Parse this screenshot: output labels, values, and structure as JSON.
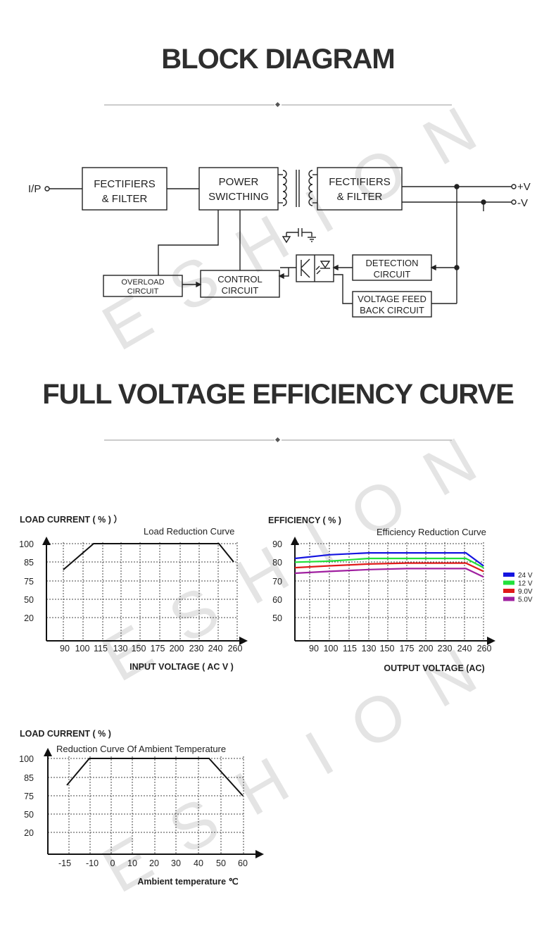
{
  "block_diagram": {
    "title": "BLOCK DIAGRAM",
    "input_label": "I/P",
    "box1": [
      "FECTIFIERS",
      "& FILTER"
    ],
    "box2": [
      "POWER",
      "SWICTHING"
    ],
    "box3": [
      "FECTIFIERS",
      "& FILTER"
    ],
    "overload": [
      "OVERLOAD",
      "CIRCUIT"
    ],
    "control": [
      "CONTROL",
      "CIRCUIT"
    ],
    "detection": [
      "DETECTION",
      "CIRCUIT"
    ],
    "feedback": [
      "VOLTAGE FEED",
      "BACK CIRCUIT"
    ],
    "out_pos": "+V",
    "out_neg": "-V"
  },
  "efficiency_section": {
    "title": "FULL VOLTAGE EFFICIENCY CURVE"
  },
  "watermark": "ESHION",
  "chart_data": [
    {
      "type": "line",
      "title": "Load Reduction Curve",
      "ylabel": "LOAD CURRENT ( % ) ）",
      "xlabel": "INPUT VOLTAGE ( AC  V )",
      "categories": [
        "90",
        "100",
        "115",
        "130",
        "150",
        "175",
        "200",
        "230",
        "240",
        "260"
      ],
      "ytick_labels": [
        "100",
        "85",
        "75",
        "50",
        "20"
      ],
      "x": [
        90,
        115,
        175,
        240,
        260
      ],
      "series": [
        {
          "values": [
            80,
            100,
            100,
            100,
            85
          ]
        }
      ]
    },
    {
      "type": "line",
      "title": "Efficiency Reduction Curve",
      "ylabel": "EFFICIENCY ( % )",
      "xlabel": "OUTPUT VOLTAGE (AC)",
      "categories": [
        "90",
        "100",
        "115",
        "130",
        "150",
        "175",
        "200",
        "230",
        "240",
        "260"
      ],
      "ytick_labels": [
        "90",
        "80",
        "70",
        "60",
        "50"
      ],
      "legend_position": "right",
      "series": [
        {
          "name": "24 V",
          "color": "#1515e0",
          "values": [
            82,
            84,
            85,
            85,
            85,
            85,
            85,
            85,
            85,
            78
          ]
        },
        {
          "name": "12 V",
          "color": "#22e03a",
          "values": [
            80,
            80.5,
            82,
            82,
            82,
            82,
            82,
            82,
            82,
            77
          ]
        },
        {
          "name": "9.0V",
          "color": "#e01a1a",
          "values": [
            77,
            78,
            79,
            79,
            79.5,
            79.5,
            79.5,
            79.5,
            79.5,
            75
          ]
        },
        {
          "name": "5.0V",
          "color": "#a020a0",
          "values": [
            74,
            75,
            75.5,
            76,
            76,
            76.5,
            76.5,
            76.5,
            76.5,
            72
          ]
        }
      ]
    },
    {
      "type": "line",
      "title": "Reduction Curve Of Ambient Temperature",
      "ylabel": "LOAD CURRENT ( % )",
      "xlabel": "Ambient temperature ℃",
      "categories": [
        "-15",
        "-10",
        "0",
        "10",
        "20",
        "30",
        "40",
        "50",
        "60"
      ],
      "ytick_labels": [
        "100",
        "85",
        "75",
        "50",
        "20"
      ],
      "x": [
        -15,
        -10,
        40,
        60
      ],
      "series": [
        {
          "values": [
            80,
            100,
            100,
            75
          ]
        }
      ]
    }
  ]
}
